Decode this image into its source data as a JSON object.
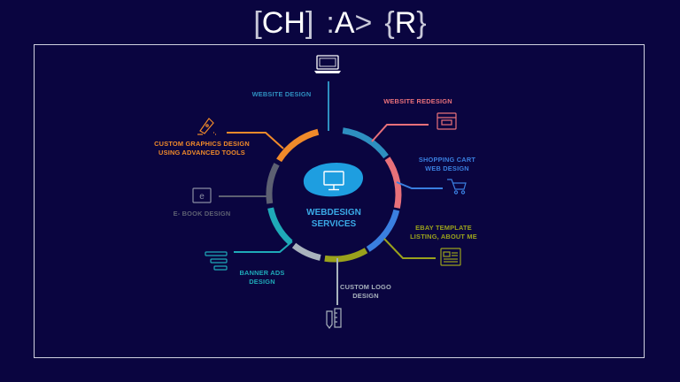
{
  "logo": {
    "p1": "[",
    "p2": "CH",
    "p3": "]",
    "p4": ":",
    "p5": "A",
    "p6": ">",
    "p7": "{",
    "p8": "R",
    "p9": "}"
  },
  "center": {
    "line1": "WEBDESIGN",
    "line2": "SERVICES",
    "icon": "monitor-icon",
    "color": "#1e9ee0"
  },
  "services": [
    {
      "key": "website-design",
      "lines": [
        "WEBSITE DESIGN"
      ],
      "color": "#2e8fc0",
      "icon": "laptop-icon"
    },
    {
      "key": "website-redesign",
      "lines": [
        "WEBSITE REDESIGN"
      ],
      "color": "#e8707a",
      "icon": "browser-window-icon"
    },
    {
      "key": "shopping-cart",
      "lines": [
        "SHOPPING CART",
        "WEB DESIGN"
      ],
      "color": "#3a7fe0",
      "icon": "shopping-cart-icon"
    },
    {
      "key": "ebay-template",
      "lines": [
        "EBAY TEMPLATE",
        "LISTING, ABOUT ME"
      ],
      "color": "#9aa21c",
      "icon": "listing-icon"
    },
    {
      "key": "custom-logo",
      "lines": [
        "CUSTOM LOGO",
        "DESIGN"
      ],
      "color": "#a9b3bd",
      "icon": "pencil-ruler-icon"
    },
    {
      "key": "banner-ads",
      "lines": [
        "BANNER ADS",
        "DESIGN"
      ],
      "color": "#1faab8",
      "icon": "banner-bars-icon"
    },
    {
      "key": "ebook-design",
      "lines": [
        "E- BOOK DESIGN"
      ],
      "color": "#5d6072",
      "icon": "ebook-icon"
    },
    {
      "key": "custom-graphics",
      "lines": [
        "CUSTOM GRAPHICS DESIGN",
        "USING ADVANCED TOOLS"
      ],
      "color": "#f08a2a",
      "icon": "pen-tool-icon"
    }
  ]
}
